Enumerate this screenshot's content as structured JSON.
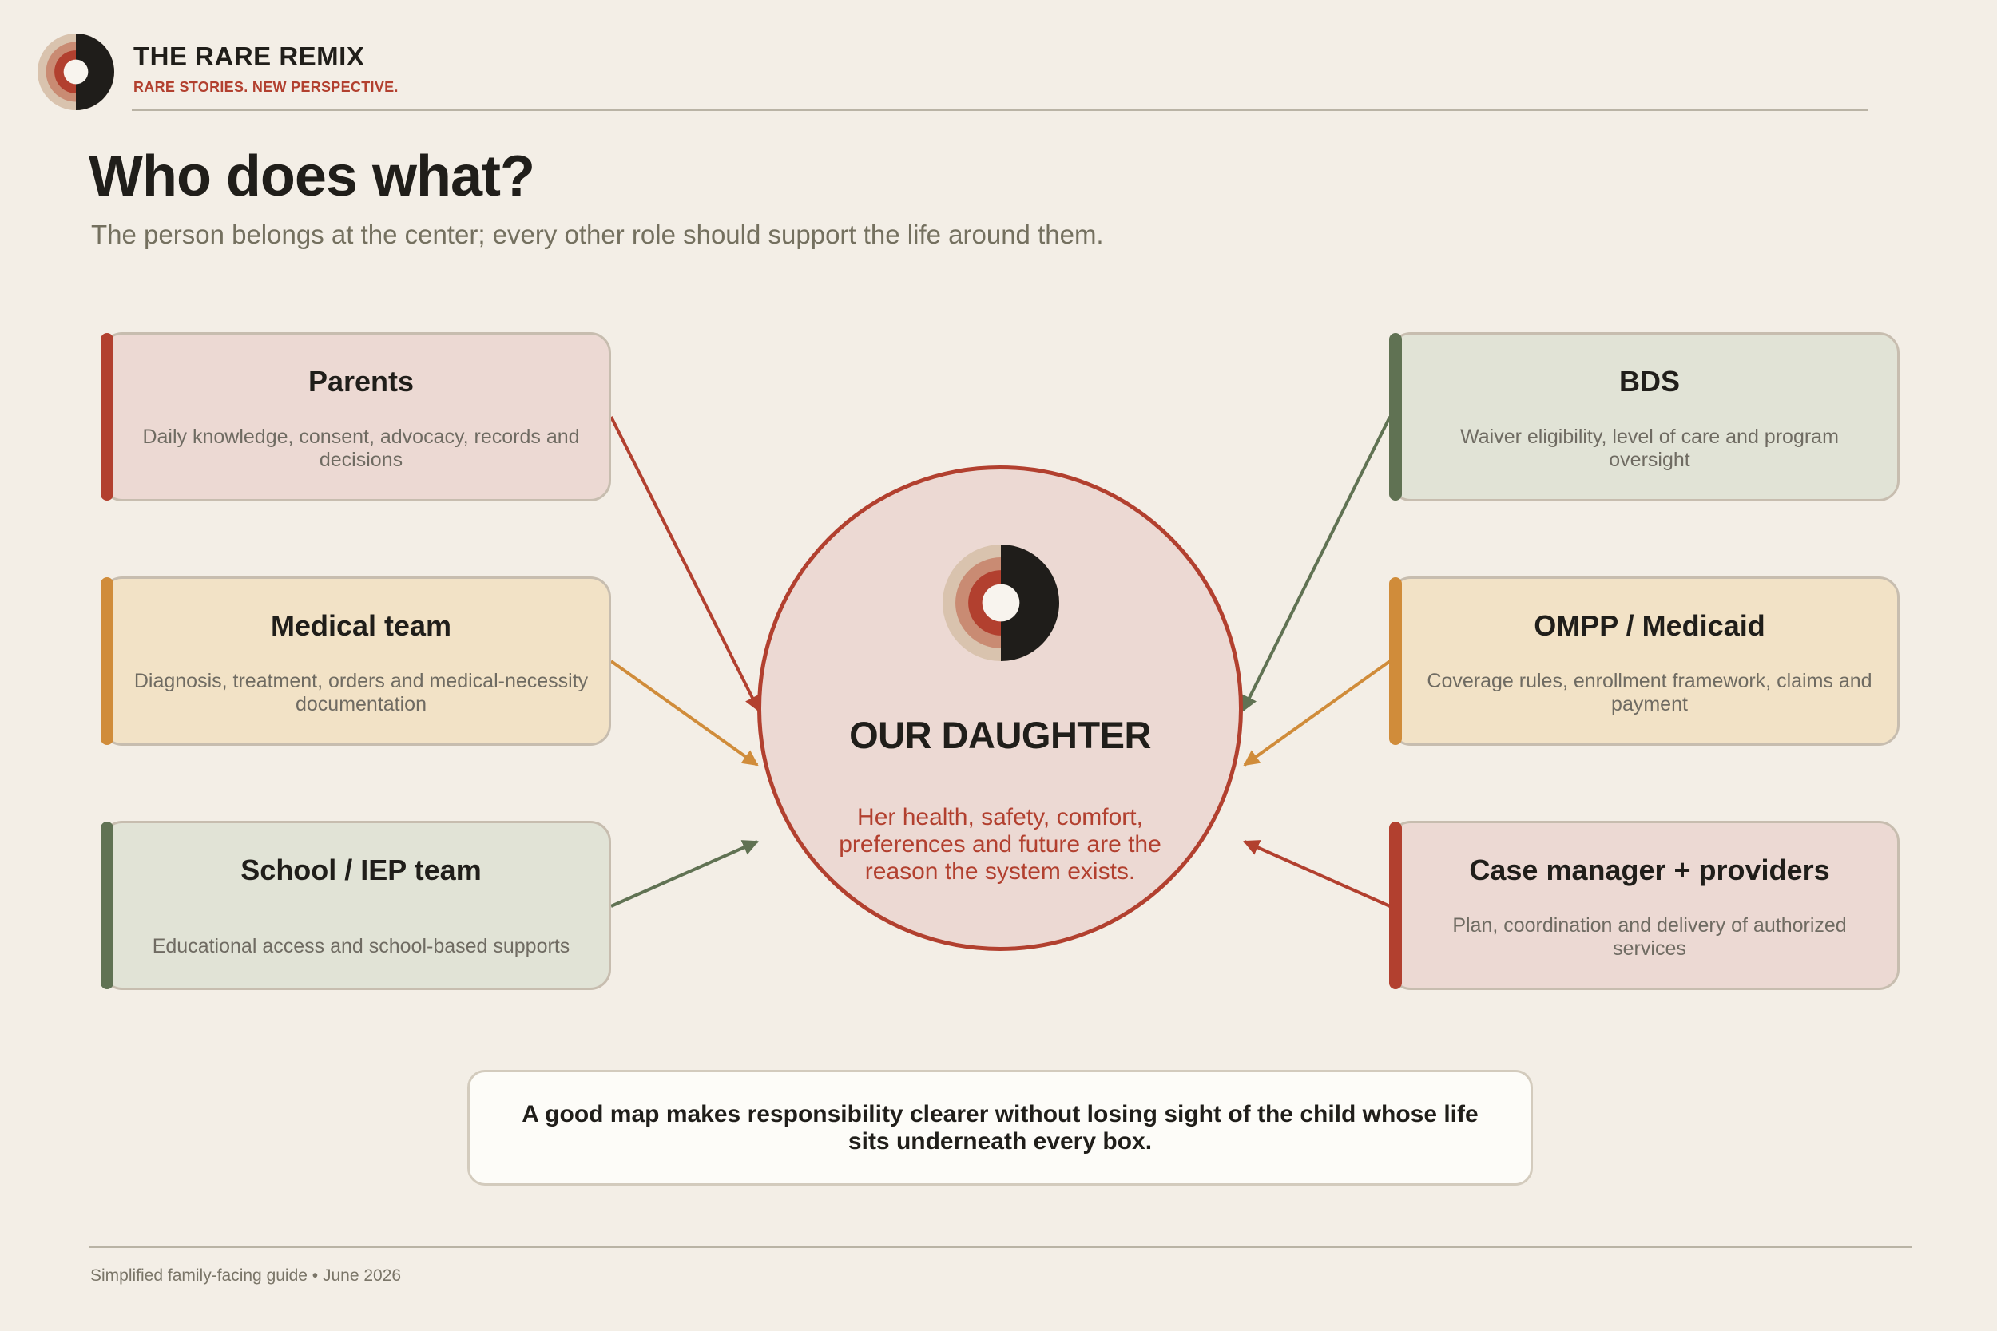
{
  "brand": {
    "name": "THE RARE REMIX",
    "tagline": "RARE STORIES. NEW PERSPECTIVE."
  },
  "page": {
    "title": "Who does what?",
    "subtitle": "The person belongs at the center; every other role should support the life around them."
  },
  "center": {
    "title": "OUR DAUGHTER",
    "description": "Her health, safety, comfort, preferences and future are the reason the system exists."
  },
  "roles_left": [
    {
      "title": "Parents",
      "description": "Daily knowledge, consent, advocacy, records and decisions",
      "color": "#b2402f",
      "bg": "#ecd9d3"
    },
    {
      "title": "Medical team",
      "description": "Diagnosis, treatment, orders and medical-necessity documentation",
      "color": "#d08c3a",
      "bg": "#f2e2c6"
    },
    {
      "title": "School / IEP team",
      "description": "Educational access and school-based supports",
      "color": "#607253",
      "bg": "#e1e3d6"
    }
  ],
  "roles_right": [
    {
      "title": "BDS",
      "description": "Waiver eligibility, level of care and program oversight",
      "color": "#607253",
      "bg": "#e1e3d6"
    },
    {
      "title": "OMPP / Medicaid",
      "description": "Coverage rules, enrollment framework, claims and payment",
      "color": "#d08c3a",
      "bg": "#f2e2c6"
    },
    {
      "title": "Case manager + providers",
      "description": "Plan, coordination and delivery of authorized services",
      "color": "#b2402f",
      "bg": "#ecd9d3"
    }
  ],
  "callout": {
    "text": "A good map makes responsibility clearer without losing sight of the child whose life sits underneath every box."
  },
  "footer": {
    "text": "Simplified family-facing guide • June 2026"
  },
  "colors": {
    "background": "#f3eee6",
    "red": "#b2402f",
    "orange": "#d08c3a",
    "green": "#607253",
    "ink": "#201e1a"
  }
}
